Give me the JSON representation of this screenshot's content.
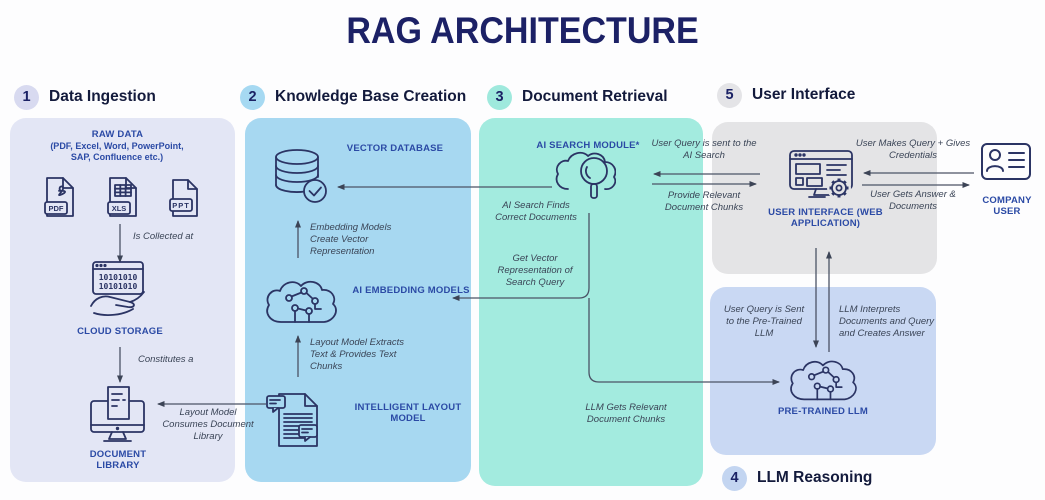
{
  "title": "RAG ARCHITECTURE",
  "sections": {
    "s1": {
      "num": "1",
      "label": "Data Ingestion"
    },
    "s2": {
      "num": "2",
      "label": "Knowledge Base Creation"
    },
    "s3": {
      "num": "3",
      "label": "Document Retrieval"
    },
    "s4": {
      "num": "4",
      "label": "LLM Reasoning"
    },
    "s5": {
      "num": "5",
      "label": "User Interface"
    }
  },
  "ingestion": {
    "raw_data_title": "RAW DATA",
    "raw_data_sub1": "(PDF, Excel, Word, PowerPoint,",
    "raw_data_sub2": "SAP, Confluence etc.)",
    "files": {
      "pdf": "PDF",
      "xls": "XLS",
      "ppt": "PPT"
    },
    "binary_line1": "10101010",
    "binary_line2": "10101010",
    "collected_label": "Is Collected at",
    "cloud_storage_label": "CLOUD STORAGE",
    "constitutes_label": "Constitutes a",
    "document_library_label": "DOCUMENT LIBRARY",
    "layout_consumes_label": "Layout Model Consumes Document Library"
  },
  "knowledge_base": {
    "vector_db_label": "VECTOR DATABASE",
    "embedding_create_label": "Embedding Models Create Vector Representation",
    "embedding_models_label": "AI EMBEDDING MODELS",
    "layout_extracts_label": "Layout Model Extracts Text & Provides Text Chunks",
    "layout_model_label": "INTELLIGENT LAYOUT MODEL"
  },
  "retrieval": {
    "search_module_label": "AI SEARCH MODULE*",
    "finds_docs_label": "AI Search Finds Correct Documents",
    "get_vector_label": "Get Vector Representation of Search Query",
    "llm_gets_chunks_label": "LLM Gets Relevant Document Chunks",
    "query_sent_label": "User Query is sent to the AI Search",
    "provide_chunks_label": "Provide Relevant Document Chunks"
  },
  "user_interface": {
    "ui_label": "USER INTERFACE (WEB APPLICATION)",
    "makes_query_label": "User Makes Query + Gives Credentials",
    "gets_answer_label": "User Gets Answer & Documents",
    "company_user_label": "COMPANY USER"
  },
  "llm": {
    "query_to_llm_label": "User Query is Sent to the Pre-Trained LLM",
    "interprets_label": "LLM Interprets Documents and Query and Creates Answer",
    "pretrained_label": "PRE-TRAINED LLM"
  },
  "colors": {
    "title_navy": "#1c2166",
    "label_blue": "#2b4aa5",
    "annotation_gray": "#3a4456",
    "icon_stroke": "#2b3464",
    "line_color": "#4b5366",
    "panel_ingestion": "#e3e6f5",
    "panel_knowledge": "#a7d8f1",
    "panel_retrieval": "#a3ebdf",
    "panel_ui": "#e4e4e6",
    "panel_llm": "#c9d8f3",
    "badge1": "#d8daf0",
    "badge2": "#a6d9f2",
    "badge3": "#9fe9dd",
    "badge4": "#c3d5f1",
    "badge5": "#e4e4e7"
  }
}
